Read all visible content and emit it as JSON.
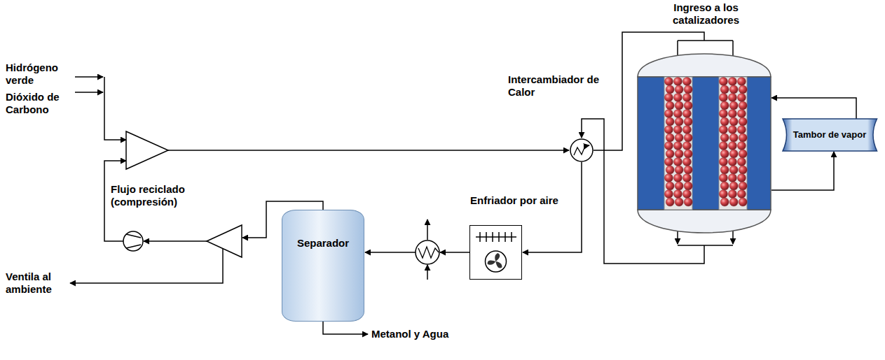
{
  "diagram": {
    "nodes": [
      {
        "text": [
          "Intercambiador de Calor"
        ]
      },
      {
        "text": [
          "Tambor de vapor"
        ]
      },
      {
        "text": [
          "Enfriador por aire"
        ]
      },
      {
        "text": [
          "Separador"
        ]
      }
    ],
    "edges": [
      {
        "from": 0,
        "to": 2,
        "arrow": "to"
      }
    ],
    "labels": [
      "Ingreso a los catalizadores",
      "Hidrógeno verde",
      "Dióxido de Carbono",
      "Flujo reciclado (compresión)",
      "Ventila al ambiente",
      "Metanol y Agua"
    ]
  }
}
